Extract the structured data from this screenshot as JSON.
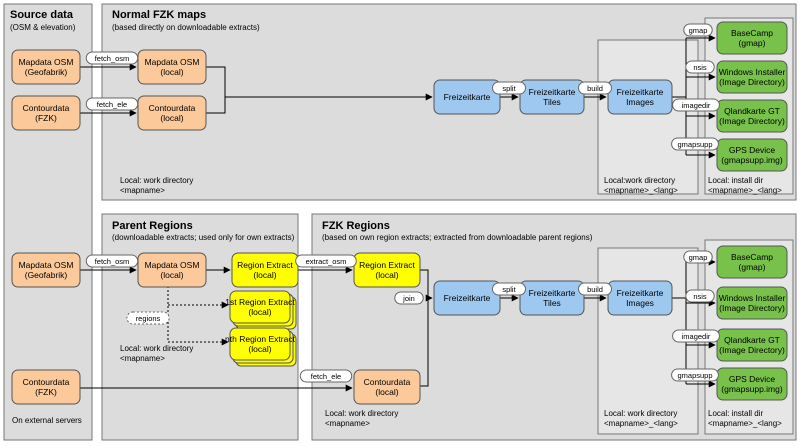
{
  "panels": {
    "source": {
      "title": "Source data",
      "subtitle": "(OSM & elevation)",
      "footer": "On external servers"
    },
    "normal": {
      "title": "Normal FZK maps",
      "subtitle": "(based directly on downloadable extracts)",
      "footer1": "Local: work directory",
      "footer2": "<mapname>"
    },
    "normal_mid": {
      "footer1": "Local:work directory",
      "footer2": "<mapname>_<lang>"
    },
    "normal_install": {
      "footer1": "Local: install dir",
      "footer2": "<mapname>_<lang>"
    },
    "parent": {
      "title": "Parent Regions",
      "subtitle": "(downloadable extracts; used only for own extracts)",
      "footer1": "Local: work directory",
      "footer2": "<mapname>"
    },
    "fzk": {
      "title": "FZK Regions",
      "subtitle": "(based on own region extracts; extracted from downloadable parent regions)",
      "footer1": "Local: work directory",
      "footer2": "<mapname>"
    },
    "fzk_mid": {
      "footer1": "Local: work directory",
      "footer2": "<mapname>_<lang>"
    },
    "fzk_install": {
      "footer1": "Local: install dir",
      "footer2": "<mapname>_<lang>"
    }
  },
  "nodes": {
    "src_osm1": [
      "Mapdata OSM",
      "(Geofabrik)"
    ],
    "src_cont1": [
      "Contourdata",
      "(FZK)"
    ],
    "src_osm2": [
      "Mapdata OSM",
      "(Geofabrik)"
    ],
    "src_cont2": [
      "Contourdata",
      "(FZK)"
    ],
    "n_osm": [
      "Mapdata OSM",
      "(local)"
    ],
    "n_cont": [
      "Contourdata",
      "(local)"
    ],
    "n_fk": [
      "Freizeitkarte"
    ],
    "n_tiles": [
      "Freizeitkarte",
      "Tiles"
    ],
    "n_images": [
      "Freizeitkarte",
      "Images"
    ],
    "n_bc": [
      "BaseCamp",
      "(gmap)"
    ],
    "n_wi": [
      "Windows Installer",
      "(Image Directory)"
    ],
    "n_qg": [
      "Qlandkarte GT",
      "(Image Directory)"
    ],
    "n_gps": [
      "GPS Device",
      "(gmapsupp.img)"
    ],
    "p_osm": [
      "Mapdata OSM",
      "(local)"
    ],
    "p_re": [
      "Region Extract",
      "(local)"
    ],
    "p_first": [
      "1st Region Extract",
      "(local)"
    ],
    "p_nth": [
      "nth Region Extract",
      "(local)"
    ],
    "f_re": [
      "Region Extract",
      "(local)"
    ],
    "f_cont": [
      "Contourdata",
      "(local)"
    ],
    "f_fk": [
      "Freizeitkarte"
    ],
    "f_tiles": [
      "Freizeitkarte",
      "Tiles"
    ],
    "f_images": [
      "Freizeitkarte",
      "Images"
    ],
    "f_bc": [
      "BaseCamp",
      "(gmap)"
    ],
    "f_wi": [
      "Windows Installer",
      "(Image Directory)"
    ],
    "f_qg": [
      "Qlandkarte GT",
      "(Image Directory)"
    ],
    "f_gps": [
      "GPS Device",
      "(gmapsupp.img)"
    ]
  },
  "labels": {
    "fetch_osm": "fetch_osm",
    "fetch_ele": "fetch_ele",
    "split": "split",
    "build": "build",
    "gmap": "gmap",
    "nsis": "nsis",
    "imagedir": "imagedir",
    "gmapsupp": "gmapsupp",
    "extract_osm": "extract_osm",
    "join": "join",
    "regions": "regions"
  },
  "colors": {
    "panel_outer": "#dcdcdc",
    "panel_inner": "#e6e6e6",
    "orange": "#fbc99a",
    "blue": "#9ec8f0",
    "green": "#78c24c",
    "yellow": "#ffff00"
  }
}
